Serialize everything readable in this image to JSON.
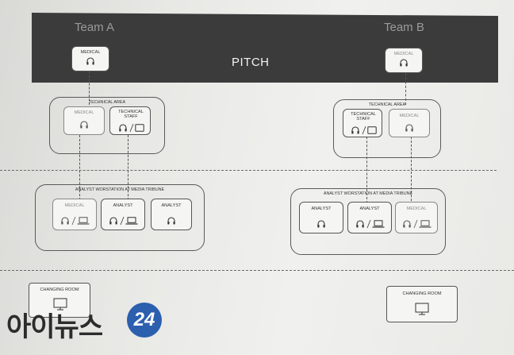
{
  "pitch": {
    "title": "PITCH",
    "team_a": "Team A",
    "team_b": "Team B",
    "medical_a": "MEDICAL",
    "medical_b": "MEDICAL"
  },
  "technical_area_a": {
    "title": "TECHNICAL AREA",
    "medical": "MEDICAL",
    "staff": "TECHNICAL STAFF"
  },
  "technical_area_b": {
    "title": "TECHNICAL AREA",
    "staff": "TECHNICAL STAFF",
    "medical": "MEDICAL"
  },
  "analyst_a": {
    "title": "ANALYST WORSTATION AT MEDIA TRIBUNE",
    "medical": "MEDICAL",
    "analyst_1": "ANALYST",
    "analyst_2": "ANALYST"
  },
  "analyst_b": {
    "title": "ANALYST WORSTATION AT MEDIA TRIBUNE",
    "analyst_1": "ANALYST",
    "analyst_2": "ANALYST",
    "medical": "MEDICAL"
  },
  "changing_room_a": "CHANGING ROOM",
  "changing_room_b": "CHANGING ROOM",
  "watermark": {
    "text": "아이뉴스",
    "number": "24"
  },
  "icons": {
    "headset": "headset-icon",
    "tablet": "tablet-icon",
    "laptop": "laptop-icon",
    "monitor": "monitor-icon"
  },
  "colors": {
    "pitch": "#3b3b3b",
    "logo_circle": "#2c5fae"
  }
}
